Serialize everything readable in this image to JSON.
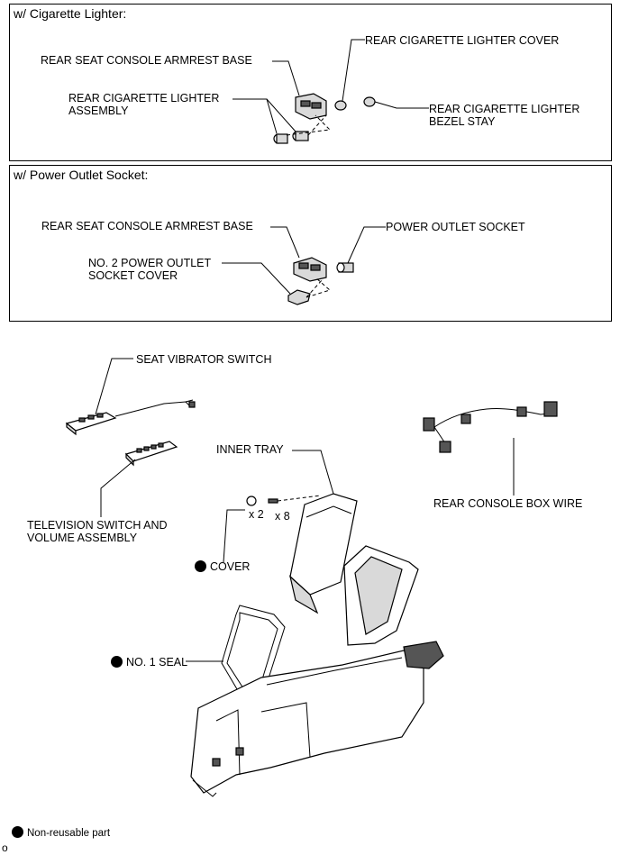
{
  "panel_cigarette": {
    "title": "w/ Cigarette Lighter:",
    "armrest_base": "REAR SEAT CONSOLE ARMREST BASE",
    "lighter_assembly_1": "REAR CIGARETTE LIGHTER",
    "lighter_assembly_2": "ASSEMBLY",
    "lighter_cover": "REAR CIGARETTE LIGHTER COVER",
    "bezel_stay_1": "REAR CIGARETTE LIGHTER",
    "bezel_stay_2": "BEZEL STAY"
  },
  "panel_power": {
    "title": "w/ Power Outlet Socket:",
    "armrest_base": "REAR SEAT CONSOLE ARMREST BASE",
    "power_outlet": "POWER OUTLET SOCKET",
    "socket_cover_1": "NO. 2 POWER OUTLET",
    "socket_cover_2": "SOCKET COVER"
  },
  "main": {
    "seat_vibrator": "SEAT VIBRATOR SWITCH",
    "tv_switch_1": "TELEVISION SWITCH AND",
    "tv_switch_2": "VOLUME ASSEMBLY",
    "inner_tray": "INNER TRAY",
    "qty_cover": "x 2",
    "qty_screw": "x 8",
    "cover": "COVER",
    "seal": "NO. 1 SEAL",
    "box_wire": "REAR CONSOLE BOX WIRE"
  },
  "legend": {
    "non_reusable": "Non-reusable part"
  },
  "footer_code": "o"
}
